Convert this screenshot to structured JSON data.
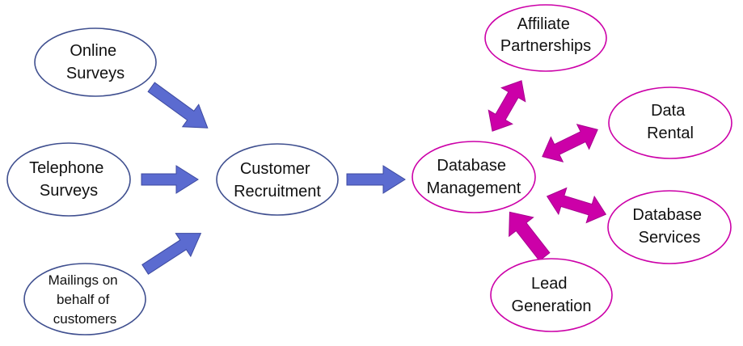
{
  "colors": {
    "blue_stroke": "#3f4f8f",
    "blue_arrow": "#5b6bd0",
    "blue_arrow_stroke": "#3d4aa0",
    "magenta": "#cc00a8",
    "magenta_stroke": "#a80090",
    "text": "#111111"
  },
  "nodes": {
    "online_surveys": [
      "Online",
      "Surveys"
    ],
    "telephone_surveys": [
      "Telephone",
      "Surveys"
    ],
    "mailings": [
      "Mailings on",
      "behalf of",
      "customers"
    ],
    "customer_recruitment": [
      "Customer",
      "Recruitment"
    ],
    "database_management": [
      "Database",
      "Management"
    ],
    "affiliate_partnerships": [
      "Affiliate",
      "Partnerships"
    ],
    "data_rental": [
      "Data",
      "Rental"
    ],
    "database_services": [
      "Database",
      "Services"
    ],
    "lead_generation": [
      "Lead",
      "Generation"
    ]
  }
}
